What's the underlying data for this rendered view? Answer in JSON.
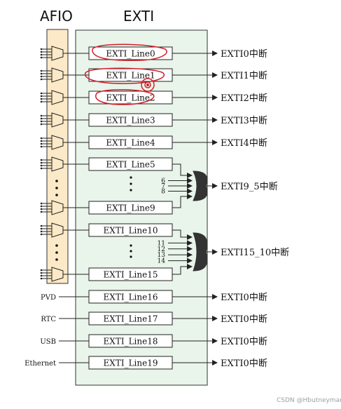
{
  "titles": {
    "afio": "AFIO",
    "exti": "EXTI"
  },
  "lines": [
    {
      "label": "EXTI_Line0",
      "output": "EXTI0中断"
    },
    {
      "label": "EXTI_Line1",
      "output": "EXTI1中断"
    },
    {
      "label": "EXTI_Line2",
      "output": "EXTI2中断"
    },
    {
      "label": "EXTI_Line3",
      "output": "EXTI3中断"
    },
    {
      "label": "EXTI_Line4",
      "output": "EXTI4中断"
    },
    {
      "label": "EXTI_Line5"
    },
    {
      "label": "EXTI_Line9"
    },
    {
      "label": "EXTI_Line10"
    },
    {
      "label": "EXTI_Line15"
    },
    {
      "label": "EXTI_Line16",
      "output": "EXTI0中断",
      "input": "PVD"
    },
    {
      "label": "EXTI_Line17",
      "output": "EXTI0中断",
      "input": "RTC"
    },
    {
      "label": "EXTI_Line18",
      "output": "EXTI0中断",
      "input": "USB"
    },
    {
      "label": "EXTI_Line19",
      "output": "EXTI0中断",
      "input": "Ethernet"
    }
  ],
  "groups": [
    {
      "output": "EXTI9_5中断",
      "numbers": [
        "6",
        "7",
        "8"
      ]
    },
    {
      "output": "EXTI15_10中断",
      "numbers": [
        "11",
        "12",
        "13",
        "14"
      ]
    }
  ],
  "watermark": "CSDN @Hbutneymar",
  "colors": {
    "afio_fill": "#fbe9c7",
    "exti_fill": "#e9f4ea",
    "box_fill": "#ffffff",
    "line": "#222222",
    "gate": "#333333",
    "annotation": "#d0202a"
  }
}
